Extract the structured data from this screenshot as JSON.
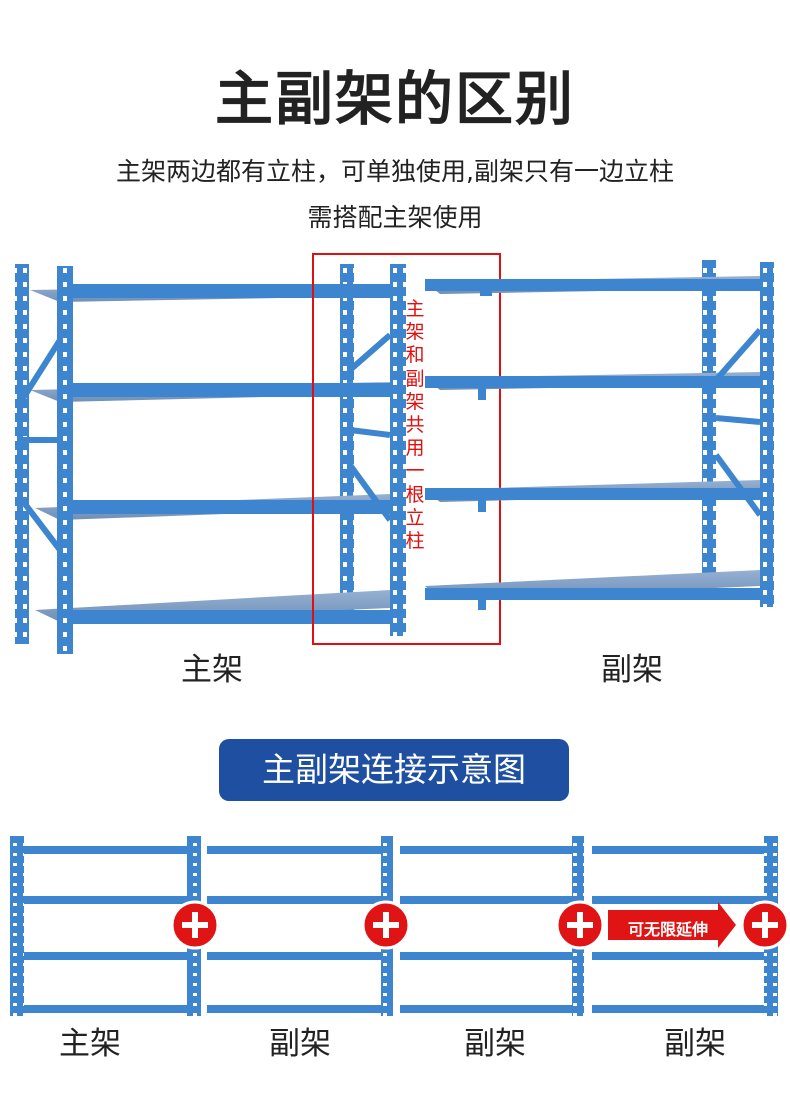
{
  "title": "主副架的区别",
  "subtitle_line1": "主架两边都有立柱，可单独使用,副架只有一边立柱",
  "subtitle_line2": "需搭配主架使用",
  "top_labels": {
    "main": "主架",
    "sub": "副架"
  },
  "shared_note": [
    "主",
    "架",
    "和",
    "副",
    "架",
    "共",
    "用",
    "一",
    "根",
    "立",
    "柱"
  ],
  "badge": "主副架连接示意图",
  "bottom_labels": [
    "主架",
    "副架",
    "副架",
    "副架"
  ],
  "extend_text": "可无限延伸",
  "colors": {
    "rack_blue": "#3d86cf",
    "rack_dark": "#2a66ad",
    "shelf": "#7f9fc4",
    "plus_red": "#e01414",
    "badge_bg": "#1e4fa0",
    "note_red": "#e01010"
  }
}
